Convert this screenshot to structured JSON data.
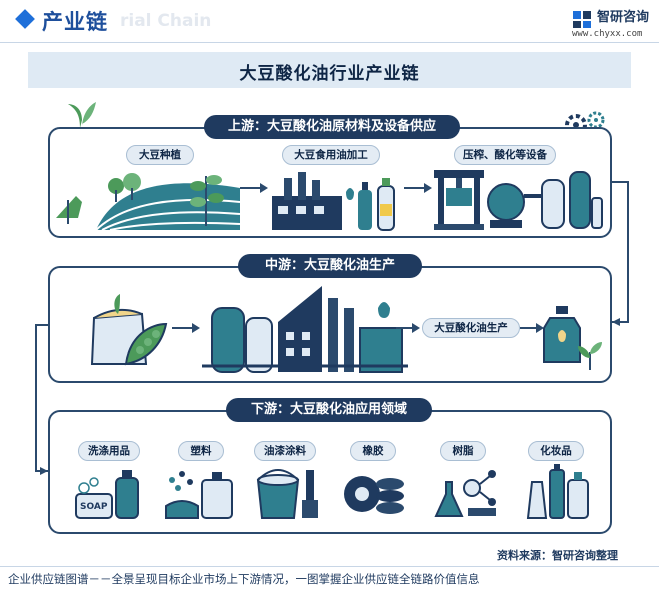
{
  "header": {
    "title": "产业链",
    "watermark": "rial Chain",
    "brand_name": "智研咨询",
    "brand_url": "www.chyxx.com"
  },
  "diagram_title": "大豆酸化油行业产业链",
  "upstream": {
    "title": "上游：大豆酸化油原材料及设备供应",
    "items": [
      "大豆种植",
      "大豆食用油加工",
      "压榨、酸化等设备"
    ]
  },
  "midstream": {
    "title": "中游：大豆酸化油生产",
    "items": [
      "大豆酸化油生产"
    ]
  },
  "downstream": {
    "title": "下游：大豆酸化油应用领域",
    "items": [
      "洗涤用品",
      "塑料",
      "油漆涂料",
      "橡胶",
      "树脂",
      "化妆品"
    ]
  },
  "soap_label": "SOAP",
  "source": "资料来源：智研咨询整理",
  "footer": "企业供应链图谱－－全景呈现目标企业市场上下游情况，一图掌握企业供应链全链路价值信息",
  "colors": {
    "navy": "#1f3a5f",
    "teal": "#2f7f8f",
    "green": "#4c9a5a",
    "light": "#dfeaf4"
  }
}
